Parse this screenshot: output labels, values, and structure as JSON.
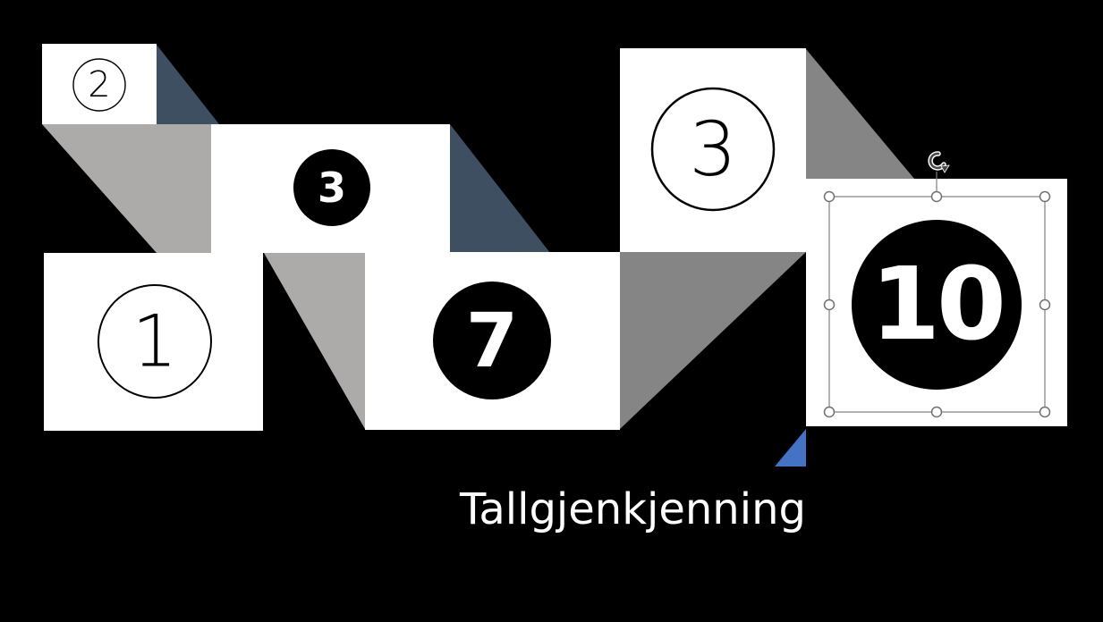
{
  "slide": {
    "title": "Tallgjenkjenning",
    "background_color": "#000000"
  },
  "tiles": [
    {
      "id": "tile-2",
      "number": "2",
      "style": "outline"
    },
    {
      "id": "tile-3-small",
      "number": "3",
      "style": "filled"
    },
    {
      "id": "tile-1",
      "number": "1",
      "style": "outline"
    },
    {
      "id": "tile-7",
      "number": "7",
      "style": "filled"
    },
    {
      "id": "tile-3-large",
      "number": "3",
      "style": "outline"
    },
    {
      "id": "tile-10",
      "number": "10",
      "style": "filled",
      "selected": true
    }
  ],
  "colors": {
    "tile": "#ffffff",
    "circle_filled": "#000000",
    "shadow_navy": "#3f4f62",
    "shadow_light_gray": "#adaaaa",
    "shadow_gray": "#858585",
    "accent_blue": "#4472c4",
    "selection_frame": "#808080"
  },
  "selection": {
    "target": "tile-10",
    "rotate_icon": "rotate-handle-icon"
  }
}
